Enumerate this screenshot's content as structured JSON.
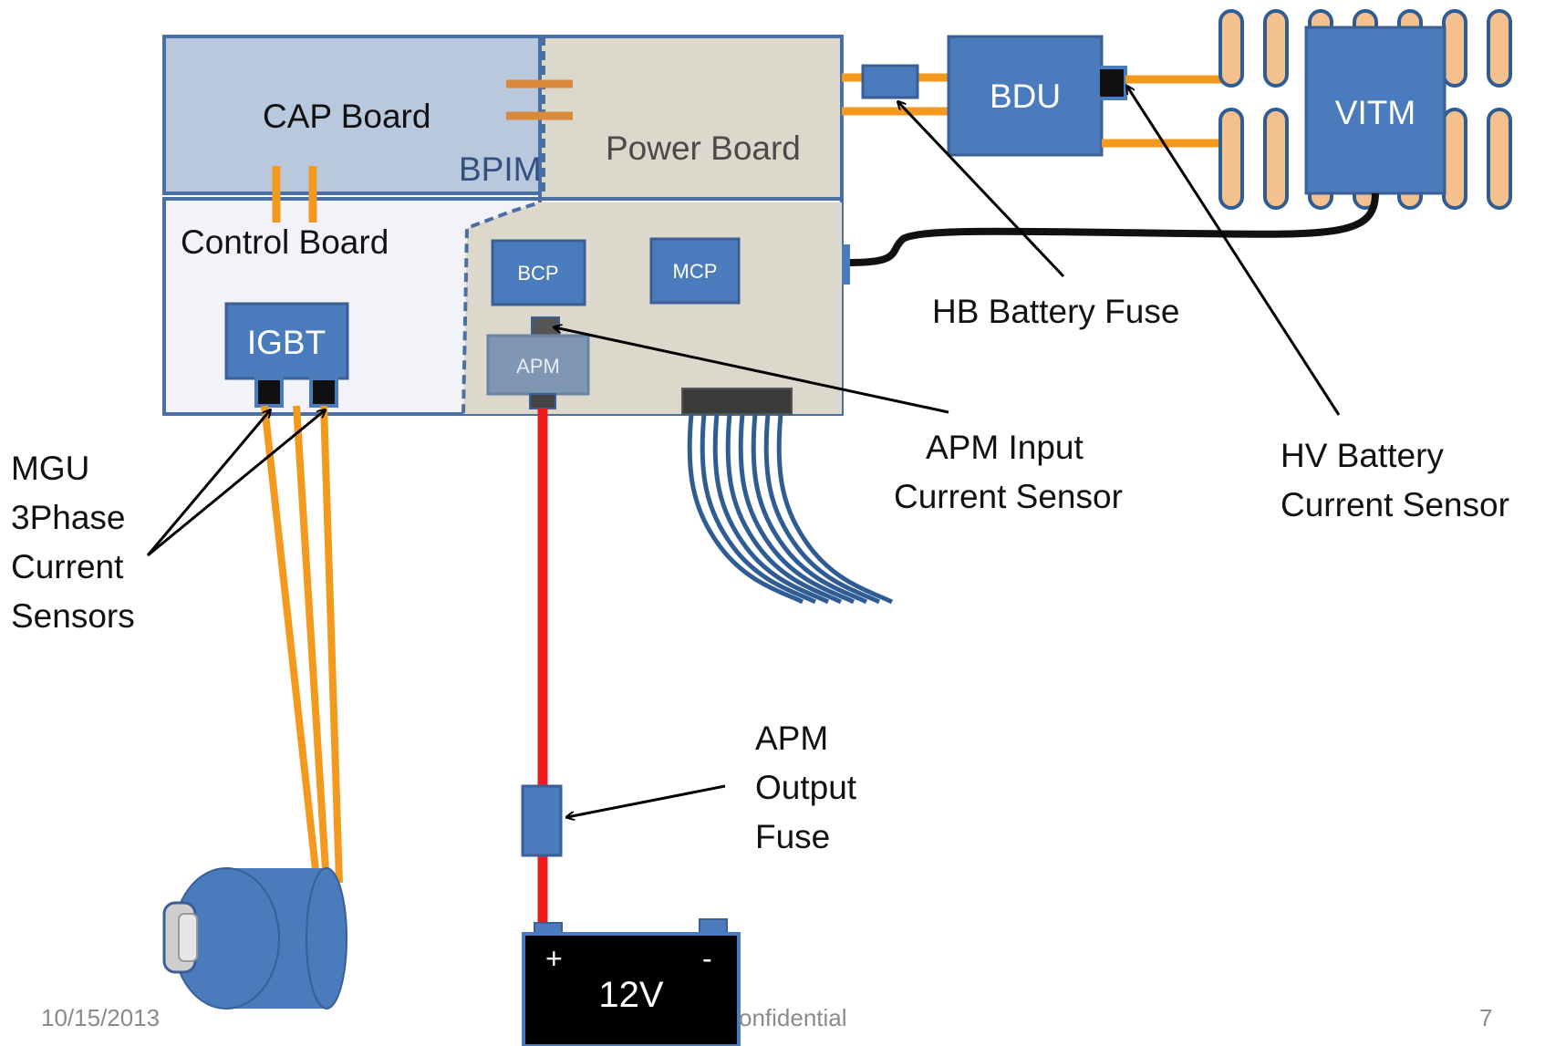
{
  "diagram": {
    "boards": {
      "cap_board": "CAP Board",
      "bpim": "BPIM",
      "power_board": "Power Board",
      "control_board": "Control Board"
    },
    "components": {
      "bdu": "BDU",
      "vitm": "VITM",
      "igbt": "IGBT",
      "bcp": "BCP",
      "mcp": "MCP",
      "apm": "APM",
      "battery_label": "12V",
      "battery_plus": "+",
      "battery_minus": "-"
    },
    "callouts": {
      "hb_battery_fuse": "HB Battery Fuse",
      "apm_input_sensor": [
        "APM Input",
        "Current Sensor"
      ],
      "hv_battery_sensor": [
        "HV Battery",
        "Current Sensor"
      ],
      "mgu_sensors": [
        "MGU",
        "3Phase",
        "Current",
        "Sensors"
      ],
      "apm_output_fuse": [
        "APM",
        "Output",
        "Fuse"
      ]
    }
  },
  "footer": {
    "date": "10/15/2013",
    "confidential": "onfidential",
    "page_number": "7"
  },
  "colors": {
    "board_blue": "#4a6fa5",
    "box_blue": "#4a7bbd",
    "cap_fill": "#b8c8dd",
    "beige": "#ddd8cc",
    "orange": "#f39a1e",
    "red": "#ee1c1c",
    "cell_fill": "#f4c08e"
  }
}
